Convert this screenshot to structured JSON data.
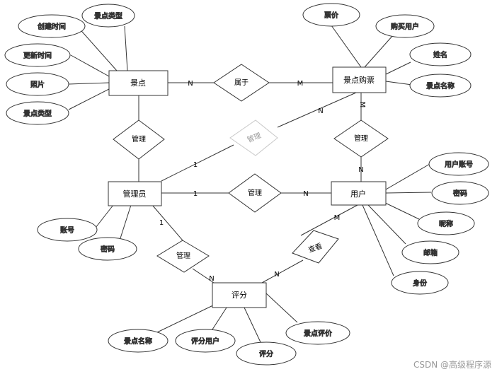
{
  "entities": {
    "scenic": "景点",
    "ticket": "景点购票",
    "admin": "管理员",
    "user": "用户",
    "rating": "评分"
  },
  "relationships": {
    "belongs": "属于",
    "admin_scenic": "管理",
    "admin_ticket": "管理",
    "ticket_user": "管理",
    "admin_user": "管理",
    "admin_rating": "管理",
    "user_rating": "查看"
  },
  "attributes": {
    "scenic_type_top": "景点类型",
    "create_time": "创建时间",
    "update_time": "更新时间",
    "photo": "照片",
    "scenic_type": "景点类型",
    "ticket_price": "票价",
    "buyer": "购买用户",
    "name": "姓名",
    "ticket_scenic_name": "景点名称",
    "user_account": "用户账号",
    "user_password": "密码",
    "nickname": "昵称",
    "email": "邮箱",
    "id_card": "身份",
    "admin_account": "账号",
    "admin_password": "密码",
    "rating_scenic_name": "景点名称",
    "rating_user": "评分用户",
    "rating_score": "评分",
    "scenic_review": "景点评价"
  },
  "cardinalities": {
    "scenic_belongs": "N",
    "belongs_ticket": "M",
    "ticket_top": "M",
    "ticket_bottom": "N",
    "ticket_admin_n": "N",
    "admin_ticket_1": "1",
    "admin_user_1": "1",
    "admin_user_n": "N",
    "admin_rating_1": "1",
    "rating_admin_n": "N",
    "rating_user_n": "N",
    "user_rating_m": "M"
  },
  "watermark": "CSDN @高级程序源"
}
